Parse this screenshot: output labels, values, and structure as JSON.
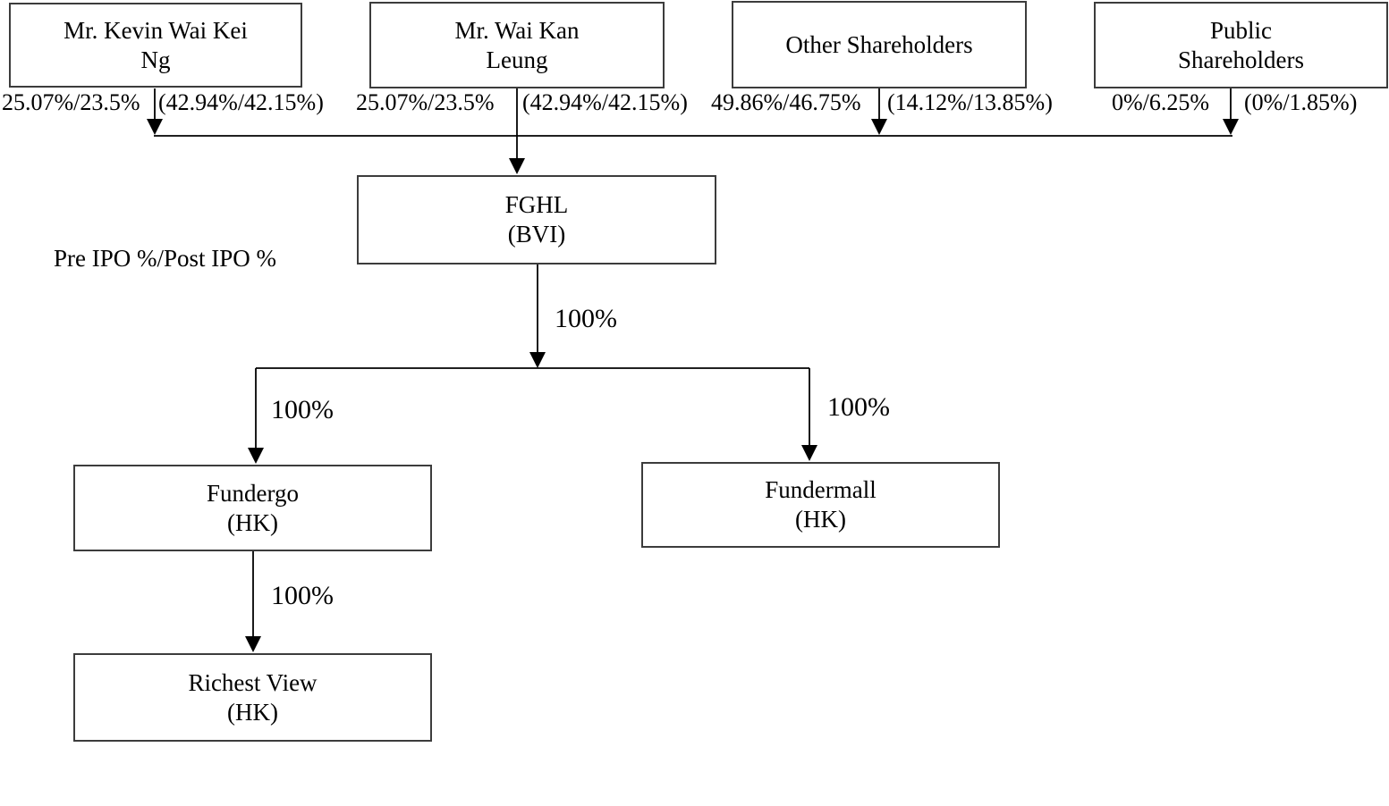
{
  "legend": "Pre IPO %/Post IPO %",
  "shareholders": [
    {
      "lines": [
        "Mr. Kevin Wai Kei",
        "Ng"
      ],
      "pct": "25.07%/23.5%",
      "pct_bracket": "(42.94%/42.15%)"
    },
    {
      "lines": [
        "Mr. Wai Kan",
        "Leung"
      ],
      "pct": "25.07%/23.5%",
      "pct_bracket": "(42.94%/42.15%)"
    },
    {
      "lines": [
        "Other Shareholders"
      ],
      "pct": "49.86%/46.75%",
      "pct_bracket": "(14.12%/13.85%)"
    },
    {
      "lines": [
        "Public",
        "Shareholders"
      ],
      "pct": "0%/6.25%",
      "pct_bracket": "(0%/1.85%)"
    }
  ],
  "companies": [
    {
      "lines": [
        "FGHL",
        "(BVI)"
      ]
    },
    {
      "lines": [
        "Fundergo",
        "(HK)"
      ]
    },
    {
      "lines": [
        "Fundermall",
        "(HK)"
      ]
    },
    {
      "lines": [
        "Richest View",
        "(HK)"
      ]
    }
  ],
  "edge_labels": {
    "fghl": "100%",
    "fundergo": "100%",
    "fundermall": "100%",
    "richest_view": "100%"
  },
  "colors": {
    "line": "#000000",
    "box_border": "#3c3c3c",
    "text": "#000000",
    "background": "#ffffff"
  }
}
